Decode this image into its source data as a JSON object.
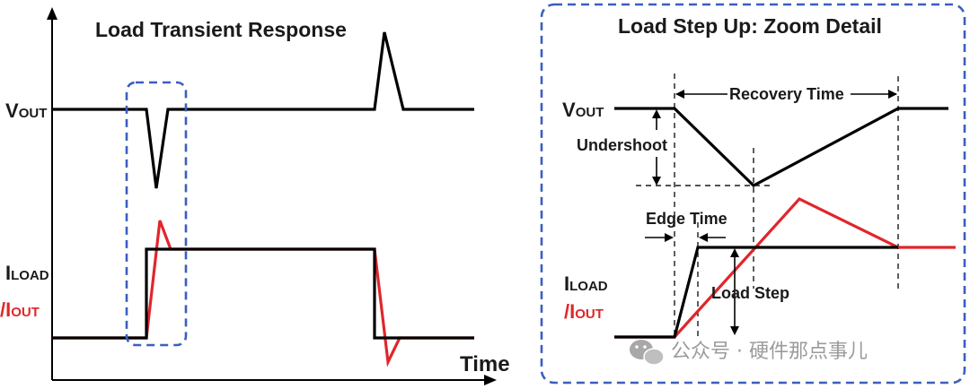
{
  "left_panel": {
    "title": "Load Transient Response",
    "vout_label_main": "V",
    "vout_label_sub": "OUT",
    "iload_label_main": "I",
    "iload_label_sub": "LOAD",
    "iout_label_main": "/I",
    "iout_label_sub": "OUT",
    "time_label": "Time"
  },
  "right_panel": {
    "title": "Load Step Up: Zoom Detail",
    "vout_label_main": "V",
    "vout_label_sub": "OUT",
    "iload_label_main": "I",
    "iload_label_sub": "LOAD",
    "iout_label_main": "/I",
    "iout_label_sub": "OUT",
    "recovery_time": "Recovery Time",
    "undershoot": "Undershoot",
    "edge_time": "Edge Time",
    "load_step": "Load Step"
  },
  "watermark": {
    "text": "公众号 · 硬件那点事儿",
    "icon": "wechat-icon"
  },
  "colors": {
    "signal": "#000000",
    "current_red": "#e0262b",
    "highlight_blue": "#3a5fbf"
  }
}
